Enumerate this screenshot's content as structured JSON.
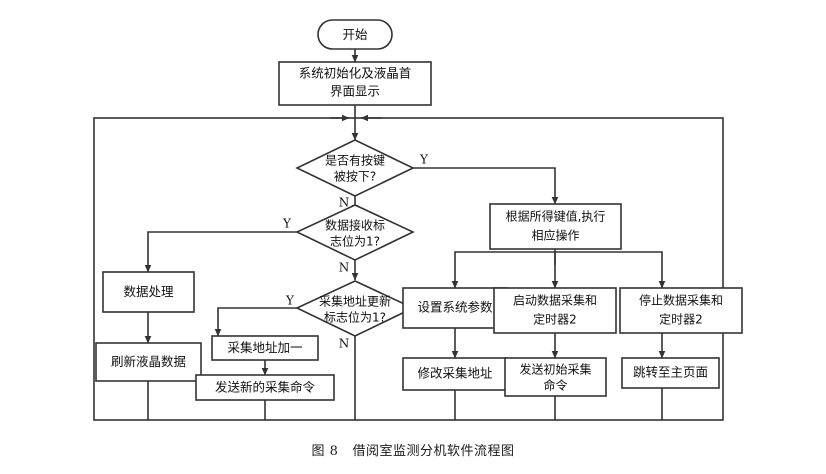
{
  "figure": {
    "caption_number": "图 8",
    "caption_title": "借阅室监测分机软件流程图"
  },
  "nodes": {
    "start": "开始",
    "init": "系统初始化及液晶首界面显示",
    "decision_key": "是否有按键被按下?",
    "decision_data_flag": "数据接收标志位为1?",
    "decision_addr_flag": "采集地址更新标志位为1?",
    "data_process": "数据处理",
    "refresh_lcd": "刷新液晶数据",
    "addr_plus_one": "采集地址加一",
    "send_new_cmd": "发送新的采集命令",
    "exec_by_key": "根据所得键值,执行相应操作",
    "set_sys_param": "设置系统参数",
    "start_acq_timer2": "启动数据采集和定时器2",
    "stop_acq_timer2": "停止数据采集和定时器2",
    "modify_acq_addr": "修改采集地址",
    "send_init_cmd": "发送初始采集命令",
    "goto_main_page": "跳转至主页面"
  },
  "branch_labels": {
    "key_yes": "Y",
    "key_no": "N",
    "data_yes": "Y",
    "data_no": "N",
    "addr_yes": "Y",
    "addr_no": "N"
  },
  "colors": {
    "stroke": "#333333",
    "fill": "#ffffff",
    "text": "#111111"
  }
}
